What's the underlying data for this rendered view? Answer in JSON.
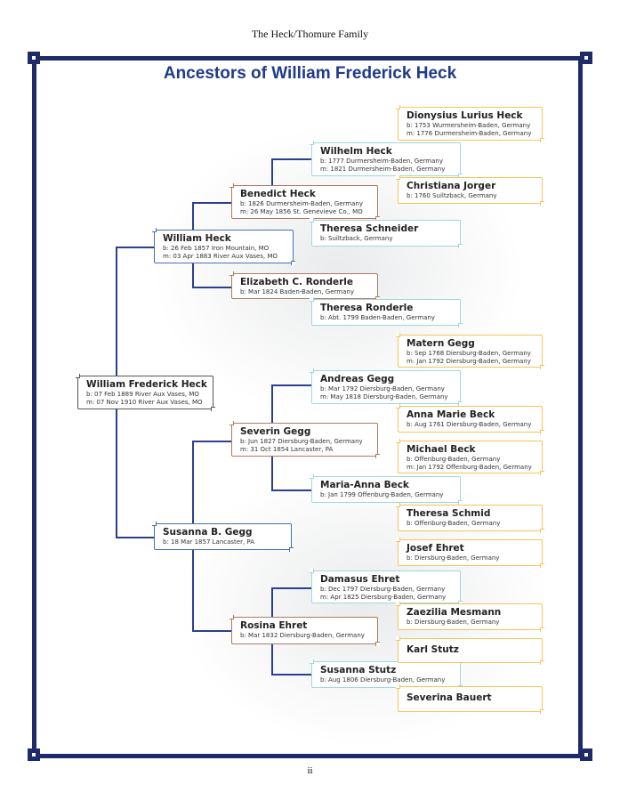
{
  "running_head": "The Heck/Thomure Family",
  "title": "Ancestors of William Frederick Heck",
  "page_number": "ii",
  "colors": {
    "frame": "#1f2a6b",
    "title": "#1f3a8a",
    "gen0": "#555555",
    "gen1": "#4a6fb5",
    "gen2": "#b07a62",
    "gen3": "#9fd8dc",
    "gen4": "#f6c459"
  },
  "persons": [
    {
      "gen": 0,
      "name": "William Frederick Heck",
      "birth": "b: 07 Feb 1889 River Aux Vases, MO",
      "marriage": "m: 07 Nov 1910 River Aux Vases, MO"
    },
    {
      "gen": 1,
      "name": "William Heck",
      "birth": "b: 26 Feb 1857 Iron Mountain, MO",
      "marriage": "m: 03 Apr 1883 River Aux Vases, MO"
    },
    {
      "gen": 1,
      "name": "Susanna B. Gegg",
      "birth": "b: 18 Mar 1857 Lancaster, PA"
    },
    {
      "gen": 2,
      "name": "Benedict Heck",
      "birth": "b: 1826 Durmersheim-Baden, Germany",
      "marriage": "m: 26 May 1856 St. Genevieve Co., MO"
    },
    {
      "gen": 2,
      "name": "Elizabeth C. Ronderle",
      "birth": "b: Mar 1824 Baden-Baden, Germany"
    },
    {
      "gen": 2,
      "name": "Severin Gegg",
      "birth": "b: Jun 1827 Diersburg-Baden, Germany",
      "marriage": "m: 31 Oct 1854 Lancaster, PA"
    },
    {
      "gen": 2,
      "name": "Rosina Ehret",
      "birth": "b: Mar 1832 Diersburg-Baden, Germany"
    },
    {
      "gen": 3,
      "name": "Wilhelm Heck",
      "birth": "b: 1777 Durmersheim-Baden, Germany",
      "marriage": "m: 1821 Durmersheim-Baden, Germany"
    },
    {
      "gen": 3,
      "name": "Theresa Schneider",
      "birth": "b: Suiltzback, Germany"
    },
    {
      "gen": 3,
      "name": "Theresa Ronderle",
      "birth": "b: Abt. 1799 Baden-Baden, Germany"
    },
    {
      "gen": 3,
      "name": "Andreas Gegg",
      "birth": "b: Mar 1792 Diersburg-Baden, Germany",
      "marriage": "m: May 1818 Diersburg-Baden, Germany"
    },
    {
      "gen": 3,
      "name": "Maria-Anna Beck",
      "birth": "b: Jan 1799 Offenburg-Baden, Germany"
    },
    {
      "gen": 3,
      "name": "Damasus Ehret",
      "birth": "b: Dec 1797 Diersburg-Baden, Germany",
      "marriage": "m: Apr 1825 Diersburg-Baden, Germany"
    },
    {
      "gen": 3,
      "name": "Susanna Stutz",
      "birth": "b: Aug 1806 Diersburg-Baden, Germany"
    },
    {
      "gen": 4,
      "name": "Dionysius Lurius Heck",
      "birth": "b: 1753 Wurmersheim-Baden, Germany",
      "marriage": "m: 1776 Durmersheim-Baden, Germany"
    },
    {
      "gen": 4,
      "name": "Christiana Jorger",
      "birth": "b: 1760 Suiltzback, Germany"
    },
    {
      "gen": 4,
      "name": "Matern Gegg",
      "birth": "b: Sep 1768 Diersburg-Baden, Germany",
      "marriage": "m: Jan 1792 Diersburg-Baden, Germany"
    },
    {
      "gen": 4,
      "name": "Anna Marie Beck",
      "birth": "b: Aug 1761 Diersburg-Baden, Germany"
    },
    {
      "gen": 4,
      "name": "Michael Beck",
      "birth": "b: Offenburg-Baden, Germany",
      "marriage": "m: Jan 1792 Offenburg-Baden, Germany"
    },
    {
      "gen": 4,
      "name": "Theresa Schmid",
      "birth": "b: Offenburg-Baden, Germany"
    },
    {
      "gen": 4,
      "name": "Josef Ehret",
      "birth": "b: Diersburg-Baden, Germany"
    },
    {
      "gen": 4,
      "name": "Zaezilia Mesmann",
      "birth": "b: Diersburg-Baden, Germany"
    },
    {
      "gen": 4,
      "name": "Karl Stutz"
    },
    {
      "gen": 4,
      "name": "Severina Bauert"
    }
  ]
}
